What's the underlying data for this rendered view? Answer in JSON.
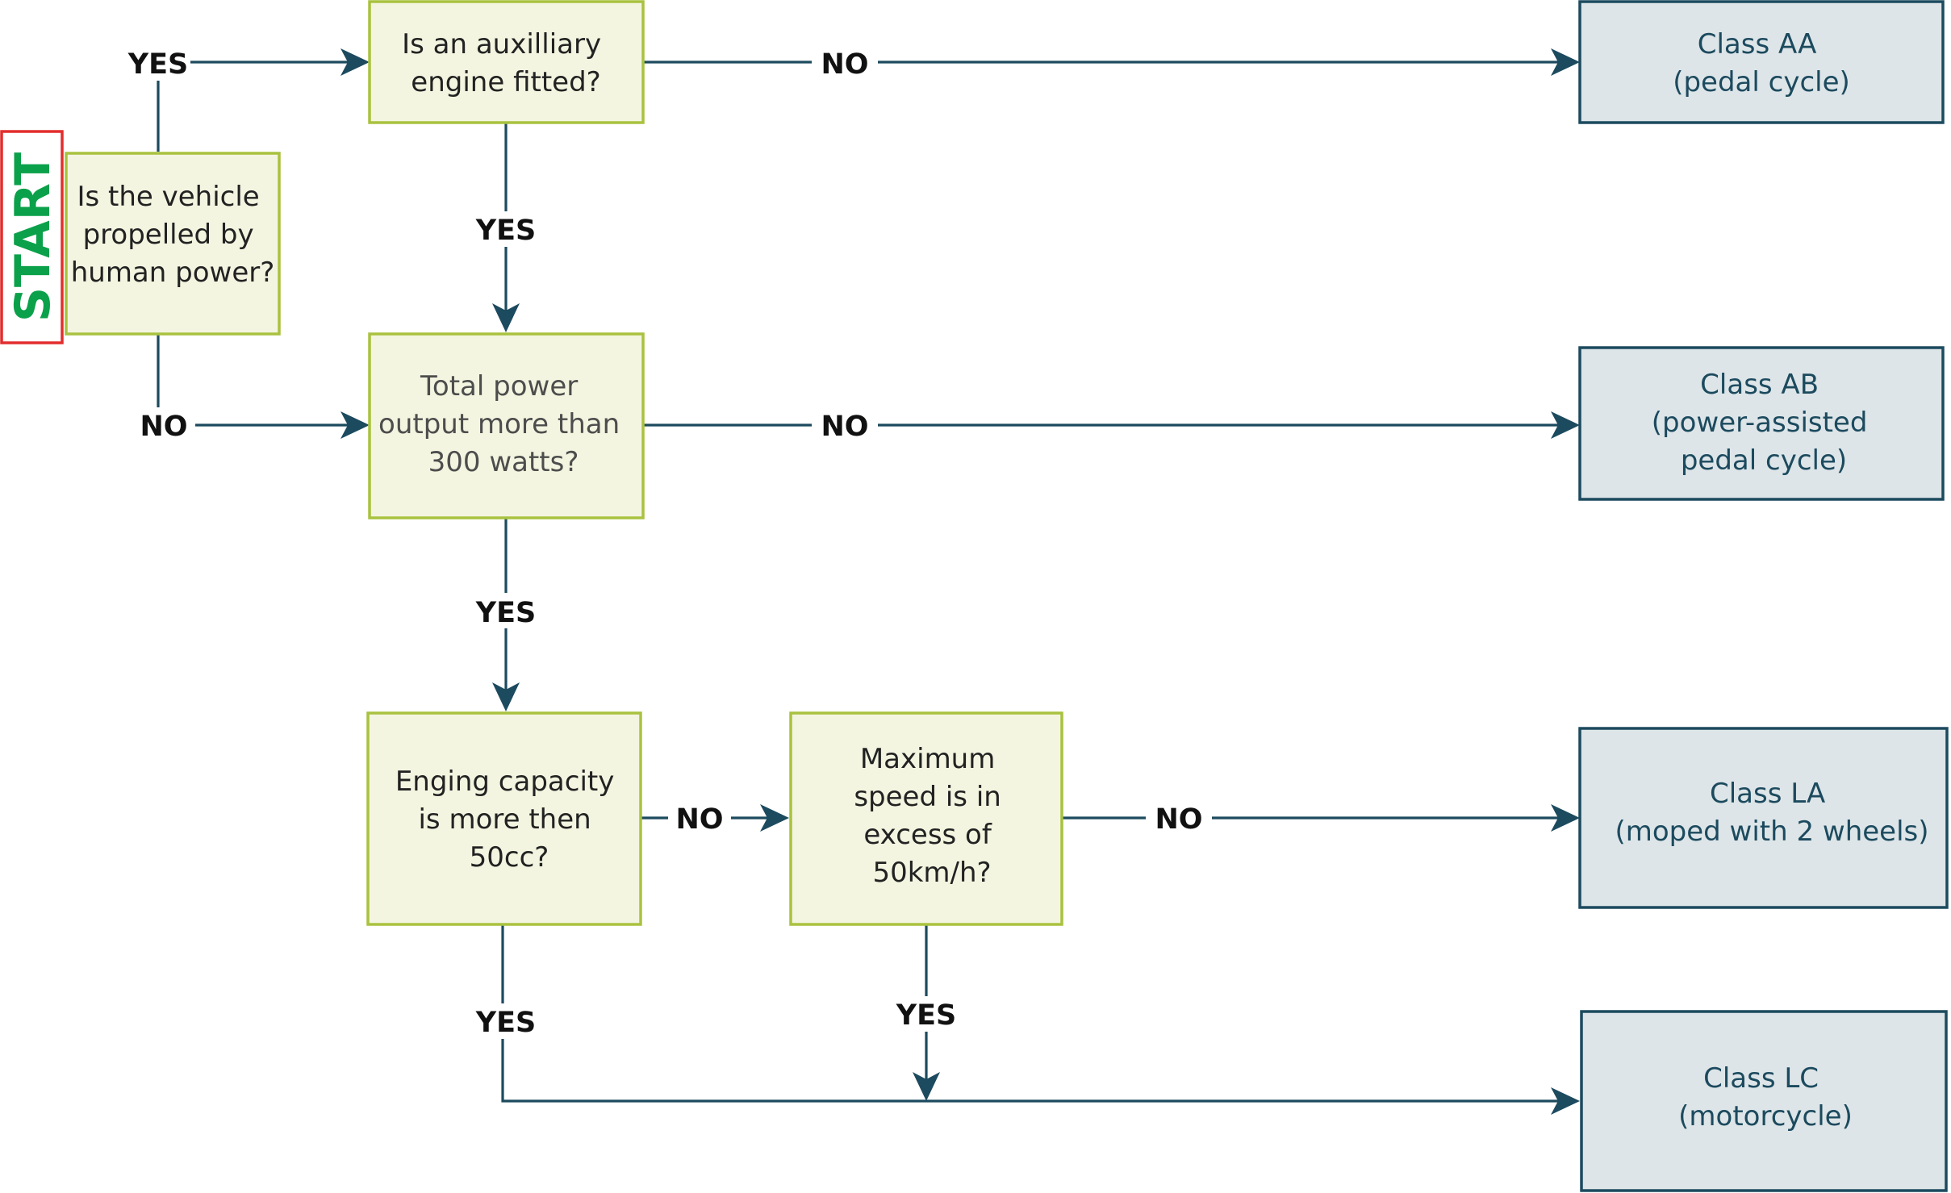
{
  "start": {
    "label": "START"
  },
  "questions": {
    "human_power": {
      "lines": [
        "Is the vehicle",
        "propelled by",
        "human power?"
      ]
    },
    "aux_engine": {
      "lines": [
        "Is an auxilliary",
        "engine fitted?"
      ]
    },
    "power_output": {
      "lines": [
        "Total power",
        "output more than",
        "300 watts?"
      ]
    },
    "engine_capacity": {
      "lines": [
        "Enging capacity",
        "is more then",
        "50cc?"
      ]
    },
    "max_speed": {
      "lines": [
        "Maximum",
        "speed is in",
        "excess of",
        "50km/h?"
      ]
    }
  },
  "classes": {
    "aa": {
      "lines": [
        "Class AA",
        "(pedal cycle)"
      ]
    },
    "ab": {
      "lines": [
        "Class AB",
        "(power-assisted",
        "pedal cycle)"
      ]
    },
    "la": {
      "lines": [
        "Class LA",
        "(moped with 2 wheels)"
      ]
    },
    "lc": {
      "lines": [
        "Class LC",
        "(motorcycle)"
      ]
    }
  },
  "edge_labels": {
    "human_yes": "YES",
    "human_no": "NO",
    "aux_no": "NO",
    "aux_yes": "YES",
    "power_no": "NO",
    "power_yes": "YES",
    "capacity_no": "NO",
    "capacity_yes": "YES",
    "speed_no": "NO",
    "speed_yes": "YES"
  },
  "colors": {
    "question_fill": "#f3f5e0",
    "question_border": "#a9c23f",
    "class_fill": "#dde5e8",
    "class_border": "#1c4a5e",
    "arrow": "#1c4a5e",
    "start_border": "#e32d2d",
    "start_text": "#0aa14a"
  }
}
